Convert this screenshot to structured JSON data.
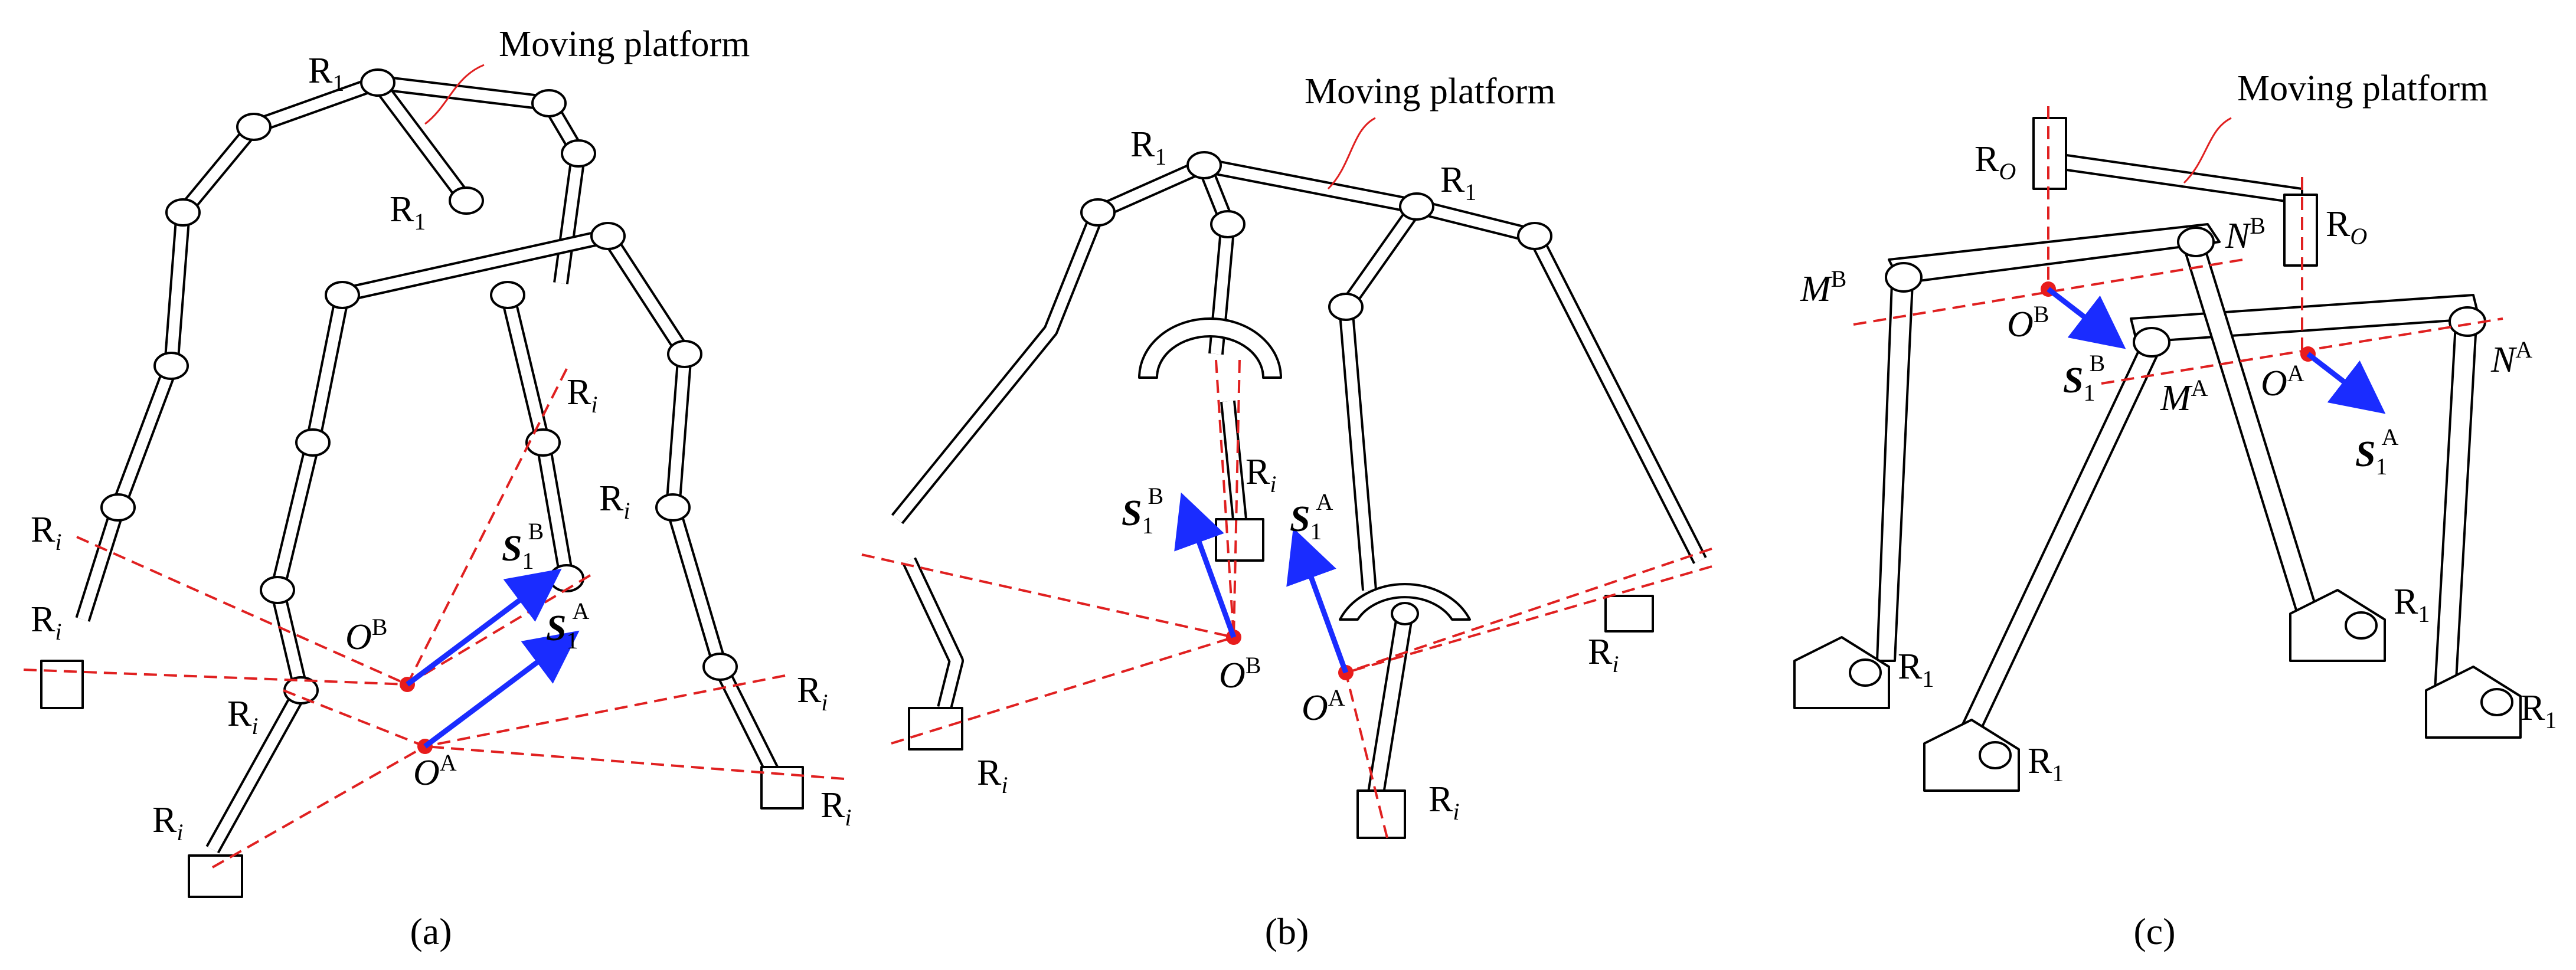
{
  "colors": {
    "axis_line": "#e02020",
    "vector": "#1a2cff",
    "point": "#e81c1c",
    "link_fill": "#ffffff",
    "link_stroke": "#000000"
  },
  "panels": [
    {
      "caption": "(a)",
      "platform_label": "Moving platform",
      "joint_labels": [
        {
          "main": "R",
          "sub": "1"
        },
        {
          "main": "R",
          "sub": "1"
        },
        {
          "main": "R",
          "sub": "i"
        },
        {
          "main": "R",
          "sub": "i"
        },
        {
          "main": "R",
          "sub": "i"
        },
        {
          "main": "R",
          "sub": "i"
        },
        {
          "main": "R",
          "sub": "i"
        },
        {
          "main": "R",
          "sub": "i"
        },
        {
          "main": "R",
          "sub": "i"
        },
        {
          "main": "R",
          "sub": "i"
        }
      ],
      "points": [
        {
          "main": "O",
          "sup": "B"
        },
        {
          "main": "O",
          "sup": "A"
        }
      ],
      "vectors": [
        {
          "main": "S",
          "sub": "1",
          "sup": "B"
        },
        {
          "main": "S",
          "sub": "1",
          "sup": "A"
        }
      ]
    },
    {
      "caption": "(b)",
      "platform_label": "Moving platform",
      "joint_labels": [
        {
          "main": "R",
          "sub": "1"
        },
        {
          "main": "R",
          "sub": "1"
        },
        {
          "main": "R",
          "sub": "i"
        },
        {
          "main": "R",
          "sub": "i"
        },
        {
          "main": "R",
          "sub": "i"
        },
        {
          "main": "R",
          "sub": "i"
        }
      ],
      "points": [
        {
          "main": "O",
          "sup": "B"
        },
        {
          "main": "O",
          "sup": "A"
        }
      ],
      "vectors": [
        {
          "main": "S",
          "sub": "1",
          "sup": "B"
        },
        {
          "main": "S",
          "sub": "1",
          "sup": "A"
        }
      ]
    },
    {
      "caption": "(c)",
      "platform_label": "Moving platform",
      "joint_labels": [
        {
          "main": "R",
          "sub": "O"
        },
        {
          "main": "R",
          "sub": "O"
        },
        {
          "main": "R",
          "sub": "1"
        },
        {
          "main": "R",
          "sub": "1"
        },
        {
          "main": "R",
          "sub": "1"
        },
        {
          "main": "R",
          "sub": "1"
        }
      ],
      "named_points": [
        {
          "main": "M",
          "sup": "B"
        },
        {
          "main": "N",
          "sup": "B"
        },
        {
          "main": "M",
          "sup": "A"
        },
        {
          "main": "N",
          "sup": "A"
        }
      ],
      "points": [
        {
          "main": "O",
          "sup": "B"
        },
        {
          "main": "O",
          "sup": "A"
        }
      ],
      "vectors": [
        {
          "main": "S",
          "sub": "1",
          "sup": "B"
        },
        {
          "main": "S",
          "sub": "1",
          "sup": "A"
        }
      ]
    }
  ]
}
